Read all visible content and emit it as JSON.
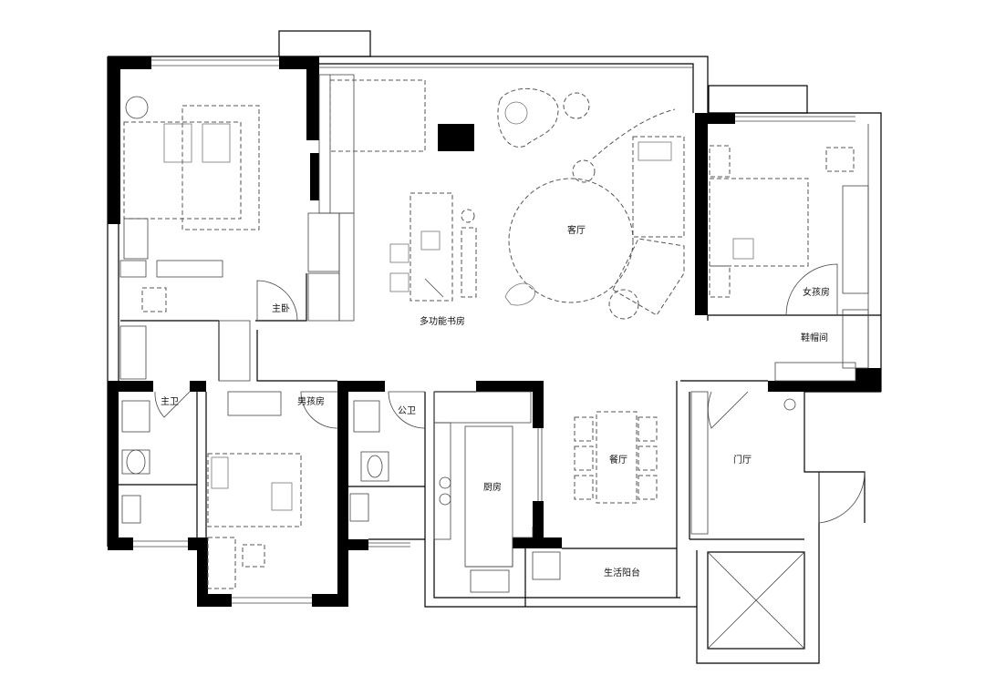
{
  "rooms": {
    "master_bedroom": "主卧",
    "master_bath": "主卫",
    "boys_room": "男孩房",
    "public_bath": "公卫",
    "multi_study": "多功能书房",
    "living_room": "客厅",
    "girls_room": "女孩房",
    "shoe_closet": "鞋帽间",
    "kitchen": "厨房",
    "dining_room": "餐厅",
    "foyer": "门厅",
    "service_balcony": "生活阳台"
  },
  "colors": {
    "wall": "#000000",
    "line": "#000000",
    "furniture": "#777777",
    "background": "#ffffff"
  }
}
